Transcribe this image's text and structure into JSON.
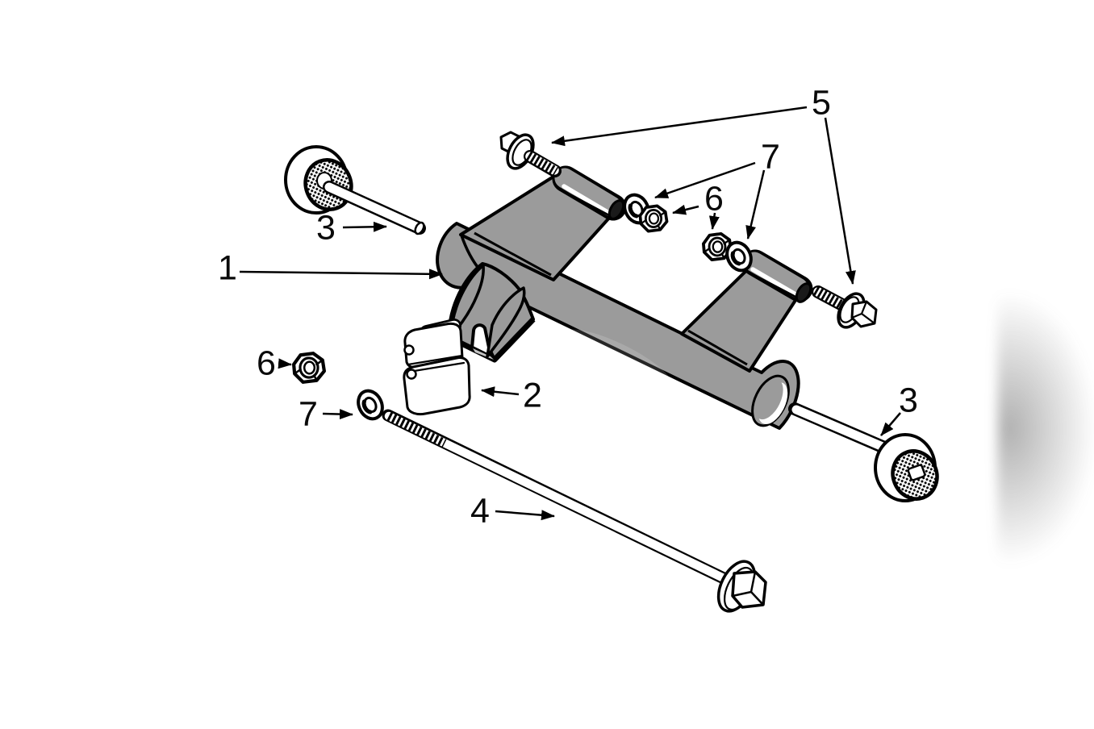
{
  "diagram": {
    "type": "exploded-parts-diagram",
    "colors": {
      "background": "#ffffff",
      "bracket_fill": "#9b9b9b",
      "hardware_fill": "#ffffff",
      "outline": "#000000",
      "sleeve_bore": "#1a1a1a",
      "edge_shadow": "#8e8e8e"
    },
    "callouts": [
      {
        "number": "1"
      },
      {
        "number": "2"
      },
      {
        "number": "3"
      },
      {
        "number": "3"
      },
      {
        "number": "4"
      },
      {
        "number": "5"
      },
      {
        "number": "6"
      },
      {
        "number": "6"
      },
      {
        "number": "7"
      },
      {
        "number": "7"
      }
    ]
  }
}
